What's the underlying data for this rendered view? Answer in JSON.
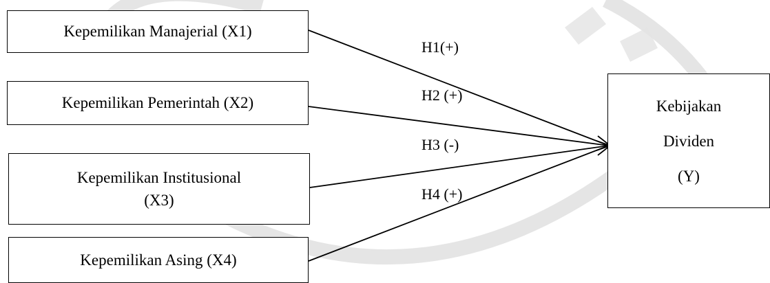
{
  "boxes": {
    "x1": "Kepemilikan Manajerial (X1)",
    "x2": "Kepemilikan Pemerintah (X2)",
    "x3_line1": "Kepemilikan Institusional",
    "x3_line2": "(X3)",
    "x4": "Kepemilikan Asing (X4)",
    "y_line1": "Kebijakan",
    "y_line2": "Dividen",
    "y_line3": "(Y)"
  },
  "hypotheses": {
    "h1": "H1(+)",
    "h2": "H2 (+)",
    "h3": "H3 (-)",
    "h4": "H4 (+)"
  },
  "colors": {
    "line": "#000000",
    "watermark": "#d9d9d9"
  }
}
